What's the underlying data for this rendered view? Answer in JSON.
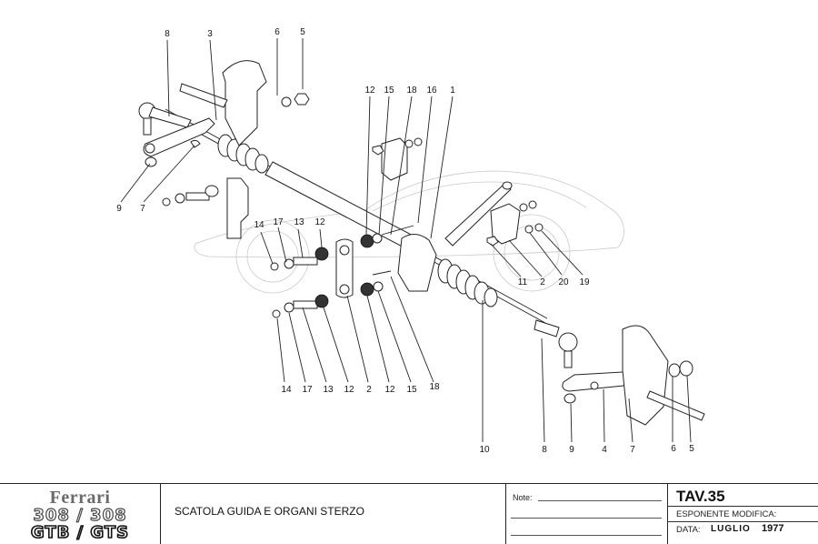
{
  "diagram": {
    "subject": "Steering rack and steering components exploded view",
    "callouts": [
      {
        "id": "c-8-top",
        "label": "8"
      },
      {
        "id": "c-3",
        "label": "3"
      },
      {
        "id": "c-6-top",
        "label": "6"
      },
      {
        "id": "c-5-top",
        "label": "5"
      },
      {
        "id": "c-12-a",
        "label": "12"
      },
      {
        "id": "c-15-a",
        "label": "15"
      },
      {
        "id": "c-18-a",
        "label": "18"
      },
      {
        "id": "c-16",
        "label": "16"
      },
      {
        "id": "c-1",
        "label": "1"
      },
      {
        "id": "c-9-left",
        "label": "9"
      },
      {
        "id": "c-7-left",
        "label": "7"
      },
      {
        "id": "c-14-a",
        "label": "14"
      },
      {
        "id": "c-17-a",
        "label": "17"
      },
      {
        "id": "c-13-a",
        "label": "13"
      },
      {
        "id": "c-12-b",
        "label": "12"
      },
      {
        "id": "c-11",
        "label": "11"
      },
      {
        "id": "c-2-right",
        "label": "2"
      },
      {
        "id": "c-20",
        "label": "20"
      },
      {
        "id": "c-19",
        "label": "19"
      },
      {
        "id": "c-14-b",
        "label": "14"
      },
      {
        "id": "c-17-b",
        "label": "17"
      },
      {
        "id": "c-13-b",
        "label": "13"
      },
      {
        "id": "c-12-c",
        "label": "12"
      },
      {
        "id": "c-2-mid",
        "label": "2"
      },
      {
        "id": "c-12-d",
        "label": "12"
      },
      {
        "id": "c-15-b",
        "label": "15"
      },
      {
        "id": "c-18-b",
        "label": "18"
      },
      {
        "id": "c-10",
        "label": "10"
      },
      {
        "id": "c-8-bottom",
        "label": "8"
      },
      {
        "id": "c-9-bottom",
        "label": "9"
      },
      {
        "id": "c-4",
        "label": "4"
      },
      {
        "id": "c-7-bottom",
        "label": "7"
      },
      {
        "id": "c-6-bottom",
        "label": "6"
      },
      {
        "id": "c-5-bottom",
        "label": "5"
      }
    ]
  },
  "title_block": {
    "brand": "Ferrari",
    "model_top": "308 / 308",
    "model_bottom": "GTB / GTS",
    "description": "SCATOLA GUIDA E ORGANI STERZO",
    "note_label": "Note:",
    "table_number": "TAV.35",
    "revision_label": "ESPONENTE MODIFICA:",
    "date_label": "DATA:",
    "date_month": "LUGLIO",
    "date_year": "1977"
  }
}
